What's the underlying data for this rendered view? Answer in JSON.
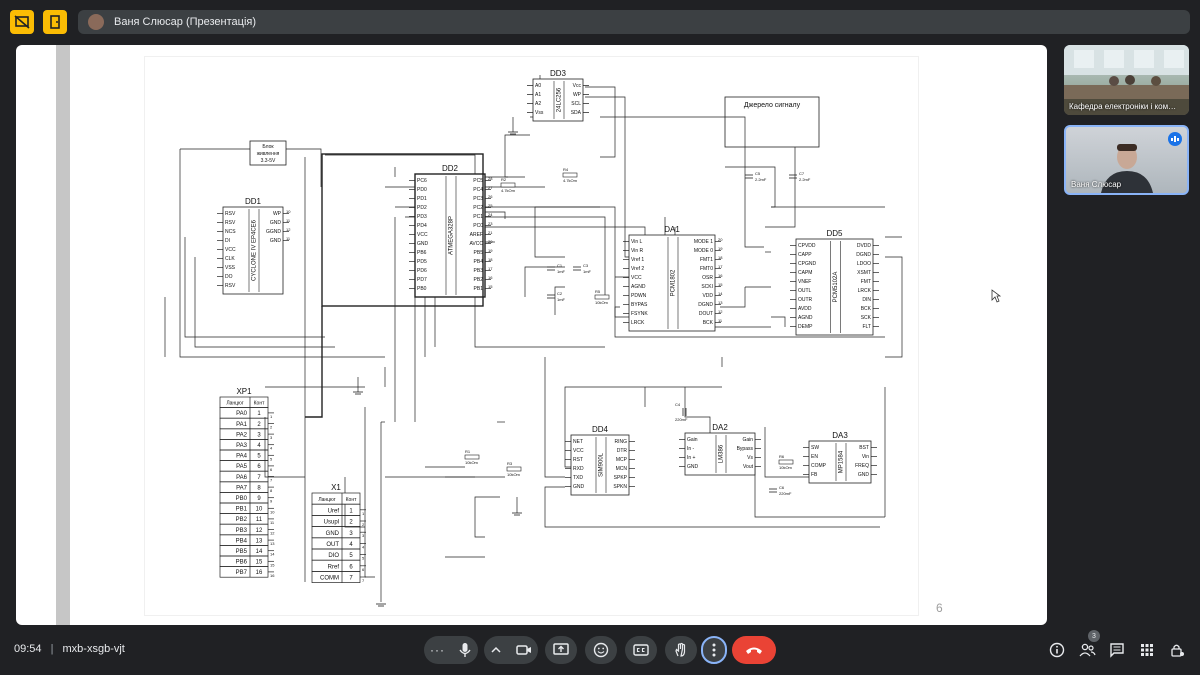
{
  "meeting": {
    "presenter_label": "Ваня Слюсар (Презентація)",
    "time": "09:54",
    "code": "mxb-xsgb-vjt",
    "participants_badge": "3"
  },
  "participants": [
    {
      "name": "Кафедра електроніки і ком…"
    },
    {
      "name": "Ваня Слюсар"
    }
  ],
  "slide": {
    "page_number": "6",
    "schematic": {
      "DD1": {
        "title": "DD1",
        "chip": "CYCLONE IV EP4CE6",
        "left_pins": [
          "RSV",
          "RSV",
          "NCS",
          "DI",
          "VCC",
          "CLK",
          "VSS",
          "DO",
          "RSV"
        ],
        "right_pins": [
          "WP",
          "GND",
          "GGND",
          "GND"
        ],
        "right_nums": [
          "10",
          "11",
          "12",
          "11"
        ]
      },
      "DD2": {
        "title": "DD2",
        "chip": "ATMEGA328P",
        "left_pins": [
          "PC6",
          "PD0",
          "PD1",
          "PD2",
          "PD3",
          "PD4",
          "VCC",
          "GND",
          "PB6",
          "PD5",
          "PD6",
          "PD7",
          "PB0"
        ],
        "right_pins": [
          "PC5",
          "PC4",
          "PC3",
          "PC2",
          "PC1",
          "PC0",
          "AREF",
          "AVCC",
          "PB5",
          "PB4",
          "PB3",
          "PB2",
          "PB1"
        ],
        "right_nums": [
          "28",
          "27",
          "26",
          "25",
          "24",
          "23",
          "21",
          "20",
          "19",
          "18",
          "17",
          "16",
          "15"
        ]
      },
      "DD3": {
        "title": "DD3",
        "chip": "24LC256",
        "left_pins": [
          "A0",
          "A1",
          "A2",
          "Vss"
        ],
        "right_pins": [
          "Vcc",
          "WP",
          "SCL",
          "SDA"
        ]
      },
      "DD4": {
        "title": "DD4",
        "chip": "SIM900L",
        "left_pins": [
          "NET",
          "VCC",
          "RST",
          "RXD",
          "TXD",
          "GND"
        ],
        "right_pins": [
          "RING",
          "DTR",
          "MCP",
          "MCN",
          "SPKP",
          "SPKN"
        ]
      },
      "DD5": {
        "title": "DD5",
        "chip": "PCM5102A",
        "left_pins": [
          "CPVDD",
          "CAPP",
          "CPGND",
          "CAPM",
          "VNEF",
          "OUTL",
          "OUTR",
          "AVDD",
          "AGND",
          "DEMP"
        ],
        "right_pins": [
          "DVDD",
          "DGND",
          "LDOO",
          "XSMT",
          "FMT",
          "LRCK",
          "DIN",
          "BCK",
          "SCK",
          "FLT"
        ]
      },
      "DA1": {
        "title": "DA1",
        "chip": "PCM1802",
        "left_pins": [
          "Vin L",
          "Vin R",
          "Vref 1",
          "Vref 2",
          "VCC",
          "AGND",
          "PDWN",
          "BYPAS",
          "FSYNK",
          "LRCK"
        ],
        "right_pins": [
          "MODE 1",
          "MODE 0",
          "FMT1",
          "FMT0",
          "OSR",
          "SCKI",
          "VDD",
          "DGND",
          "DOUT",
          "BCK"
        ],
        "right_nums": [
          "20",
          "19",
          "18",
          "17",
          "16",
          "15",
          "14",
          "13",
          "12",
          "11"
        ]
      },
      "DA2": {
        "title": "DA2",
        "chip": "LM386",
        "left_pins": [
          "Gain",
          "In -",
          "In +",
          "GND"
        ],
        "right_pins": [
          "Gain",
          "Bypass",
          "Vs",
          "Vout"
        ]
      },
      "DA3": {
        "title": "DA3",
        "chip": "MP1584",
        "left_pins": [
          "SW",
          "EN",
          "COMP",
          "FB"
        ],
        "right_pins": [
          "BST",
          "Vin",
          "FREQ",
          "GND"
        ]
      },
      "XP1": {
        "title": "XP1",
        "headers": [
          "Ланцюг",
          "Конт"
        ],
        "rows": [
          [
            "PA0",
            "1"
          ],
          [
            "PA1",
            "2"
          ],
          [
            "PA2",
            "3"
          ],
          [
            "PA3",
            "4"
          ],
          [
            "PA4",
            "5"
          ],
          [
            "PA5",
            "6"
          ],
          [
            "PA6",
            "7"
          ],
          [
            "PA7",
            "8"
          ],
          [
            "PB0",
            "9"
          ],
          [
            "PB1",
            "10"
          ],
          [
            "PB2",
            "11"
          ],
          [
            "PB3",
            "12"
          ],
          [
            "PB4",
            "13"
          ],
          [
            "PB5",
            "14"
          ],
          [
            "PB6",
            "15"
          ],
          [
            "PB7",
            "16"
          ]
        ]
      },
      "X1": {
        "title": "X1",
        "headers": [
          "Ланцюг",
          "Конт"
        ],
        "rows": [
          [
            "Uref",
            "1"
          ],
          [
            "Usupl",
            "2"
          ],
          [
            "GND",
            "3"
          ],
          [
            "OUT",
            "4"
          ],
          [
            "DIO",
            "5"
          ],
          [
            "Rref",
            "6"
          ],
          [
            "COMM",
            "7"
          ]
        ]
      },
      "power_block": {
        "line1": "Блок",
        "line2": "живлення",
        "line3": "3.3-5V"
      },
      "signal_source": "Джерело сигналу",
      "parts": {
        "R4": "R4",
        "R4v": "4.7kOm",
        "R2": "R2",
        "R2v": "4.7kOm",
        "C1": "C1",
        "C1v": "1mF",
        "C2": "C2",
        "C2v": "1mF",
        "C3": "C3",
        "C3v": "1mF",
        "R5": "R5",
        "R5v": "10kOm",
        "C5": "C5",
        "C5v": "2.2mF",
        "C7": "C7",
        "C7v": "2.2mF",
        "C4": "C4",
        "C4v": "220mF",
        "C6": "C6",
        "C6v": "220mF",
        "R1": "R1",
        "R1v": "10kOm",
        "R3": "R3",
        "R3v": "10kOm",
        "R6": "R6",
        "R6v": "10kOm"
      }
    }
  }
}
